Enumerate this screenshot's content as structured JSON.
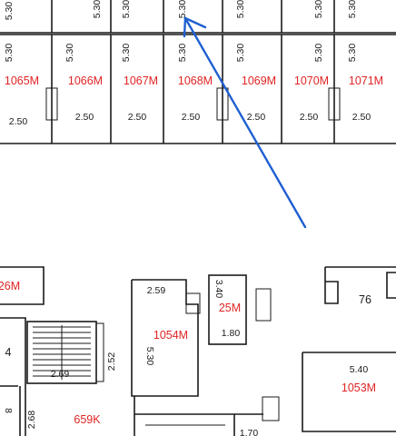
{
  "top_row": {
    "units": [
      {
        "id": "1065M",
        "depth": "5.30",
        "width": "2.50"
      },
      {
        "id": "1066M",
        "depth": "5.30",
        "width": "2.50"
      },
      {
        "id": "1067M",
        "depth": "5.30",
        "width": "2.50"
      },
      {
        "id": "1068M",
        "depth": "5.30",
        "width": "2.50"
      },
      {
        "id": "1069M",
        "depth": "5.30",
        "width": "2.50"
      },
      {
        "id": "1070M",
        "depth": "5.30",
        "width": "2.50"
      },
      {
        "id": "1071M",
        "depth": "5.30",
        "width": "2.50"
      }
    ],
    "upper_dims": [
      "5.30",
      "5.30",
      "5.30",
      "5.30",
      "5.30",
      "5.30",
      "5.30"
    ]
  },
  "lower": {
    "unit_26": "26M",
    "unit_4": "4",
    "unit_1054": "1054M",
    "dim_259": "2.59",
    "dim_530": "5.30",
    "dim_252": "2.52",
    "dim_269": "2.69",
    "unit_25": "25M",
    "dim_340": "3.40",
    "dim_180": "1.80",
    "unit_76": "76",
    "dim_540": "5.40",
    "unit_1053": "1053M",
    "dim_8": "8",
    "dim_268": "2.68",
    "unit_659": "659K",
    "dim_170": "1.70"
  },
  "colors": {
    "unit_label": "#e02424",
    "arrow": "#1f5fd1",
    "line": "#1a1a1a"
  }
}
